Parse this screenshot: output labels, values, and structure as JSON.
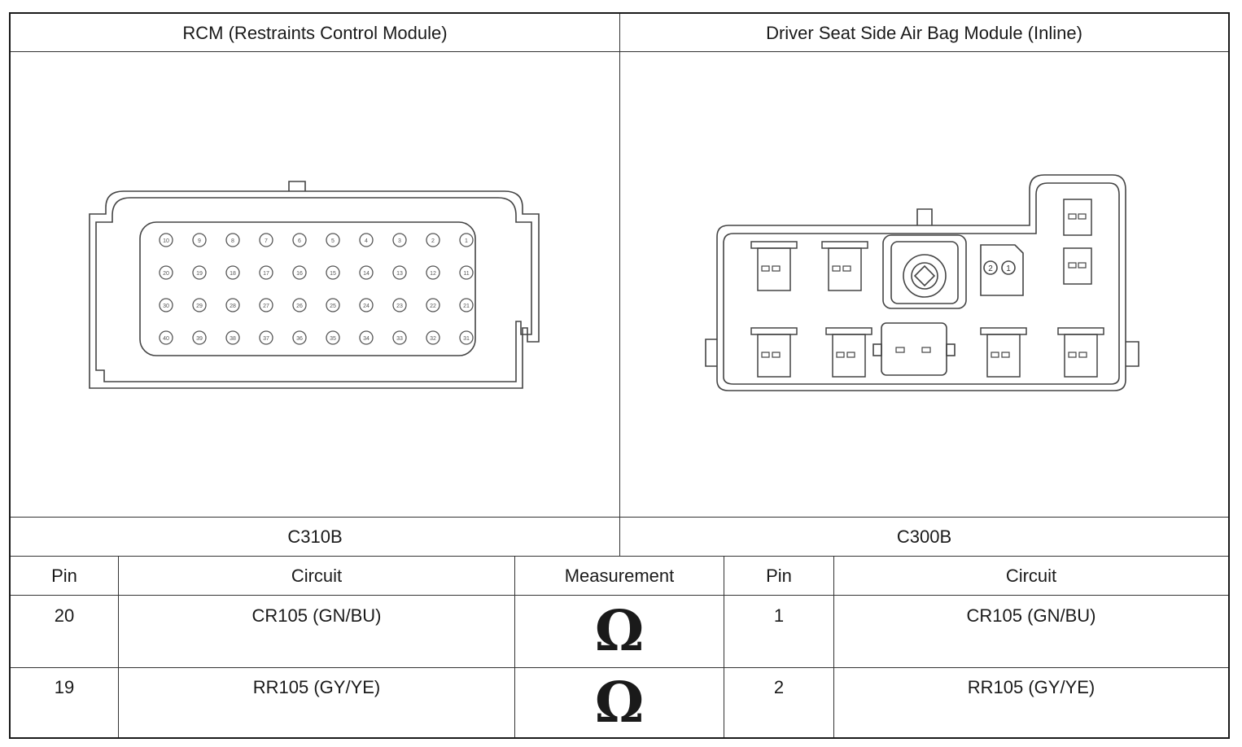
{
  "header": {
    "left_title": "RCM (Restraints Control Module)",
    "right_title": "Driver Seat Side Air Bag Module (Inline)"
  },
  "connectors": {
    "left_id": "C310B",
    "right_id": "C300B",
    "rcm_pin_rows": [
      [
        "10",
        "9",
        "8",
        "7",
        "6",
        "5",
        "4",
        "3",
        "2",
        "1"
      ],
      [
        "20",
        "19",
        "18",
        "17",
        "16",
        "15",
        "14",
        "13",
        "12",
        "11"
      ],
      [
        "30",
        "29",
        "28",
        "27",
        "26",
        "25",
        "24",
        "23",
        "22",
        "21"
      ],
      [
        "40",
        "39",
        "38",
        "37",
        "36",
        "35",
        "34",
        "33",
        "32",
        "31"
      ]
    ],
    "inline_pins": [
      "2",
      "1"
    ]
  },
  "table": {
    "headers": [
      "Pin",
      "Circuit",
      "Measurement",
      "Pin",
      "Circuit"
    ],
    "rows": [
      {
        "pin_a": "20",
        "circuit_a": "CR105 (GN/BU)",
        "measurement": "Ω",
        "pin_b": "1",
        "circuit_b": "CR105 (GN/BU)"
      },
      {
        "pin_a": "19",
        "circuit_a": "RR105 (GY/YE)",
        "measurement": "Ω",
        "pin_b": "2",
        "circuit_b": "RR105 (GY/YE)"
      }
    ]
  }
}
